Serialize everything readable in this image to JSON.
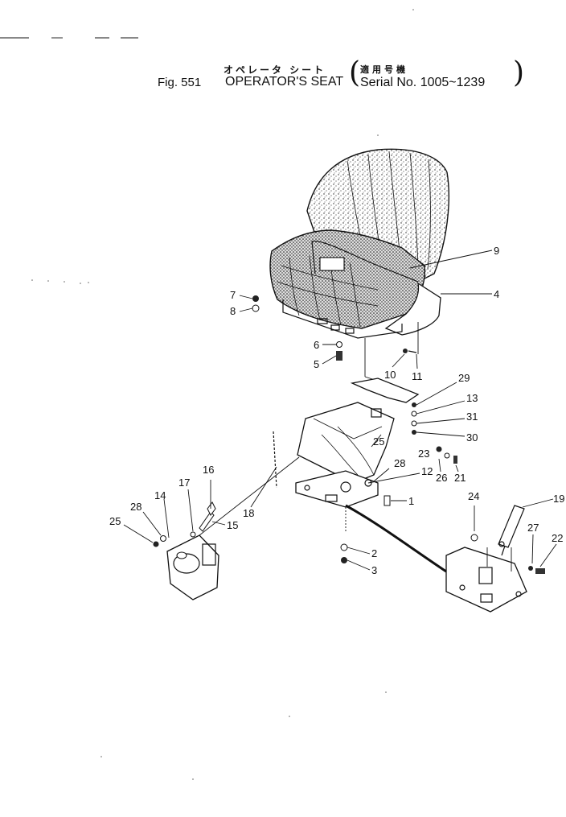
{
  "header": {
    "title_jp": "オペレータ シート",
    "applicability_jp": "適用号機",
    "fig_label": "Fig. 551",
    "title": "OPERATOR'S SEAT",
    "serial": "Serial No. 1005~1239"
  },
  "callouts": [
    {
      "id": "c9",
      "label": "9"
    },
    {
      "id": "c4",
      "label": "4"
    },
    {
      "id": "c7",
      "label": "7"
    },
    {
      "id": "c8",
      "label": "8"
    },
    {
      "id": "c6",
      "label": "6"
    },
    {
      "id": "c5",
      "label": "5"
    },
    {
      "id": "c10",
      "label": "10"
    },
    {
      "id": "c11",
      "label": "11"
    },
    {
      "id": "c29",
      "label": "29"
    },
    {
      "id": "c13",
      "label": "13"
    },
    {
      "id": "c31",
      "label": "31"
    },
    {
      "id": "c30",
      "label": "30"
    },
    {
      "id": "c25a",
      "label": "25"
    },
    {
      "id": "c23",
      "label": "23"
    },
    {
      "id": "c28a",
      "label": "28"
    },
    {
      "id": "c26",
      "label": "26"
    },
    {
      "id": "c21",
      "label": "21"
    },
    {
      "id": "c12",
      "label": "12"
    },
    {
      "id": "c1",
      "label": "1"
    },
    {
      "id": "c16",
      "label": "16"
    },
    {
      "id": "c17",
      "label": "17"
    },
    {
      "id": "c14",
      "label": "14"
    },
    {
      "id": "c28b",
      "label": "28"
    },
    {
      "id": "c25b",
      "label": "25"
    },
    {
      "id": "c15",
      "label": "15"
    },
    {
      "id": "c18",
      "label": "18"
    },
    {
      "id": "c2",
      "label": "2"
    },
    {
      "id": "c3",
      "label": "3"
    },
    {
      "id": "c24",
      "label": "24"
    },
    {
      "id": "c19",
      "label": "19"
    },
    {
      "id": "c27",
      "label": "27"
    },
    {
      "id": "c22",
      "label": "22"
    }
  ]
}
